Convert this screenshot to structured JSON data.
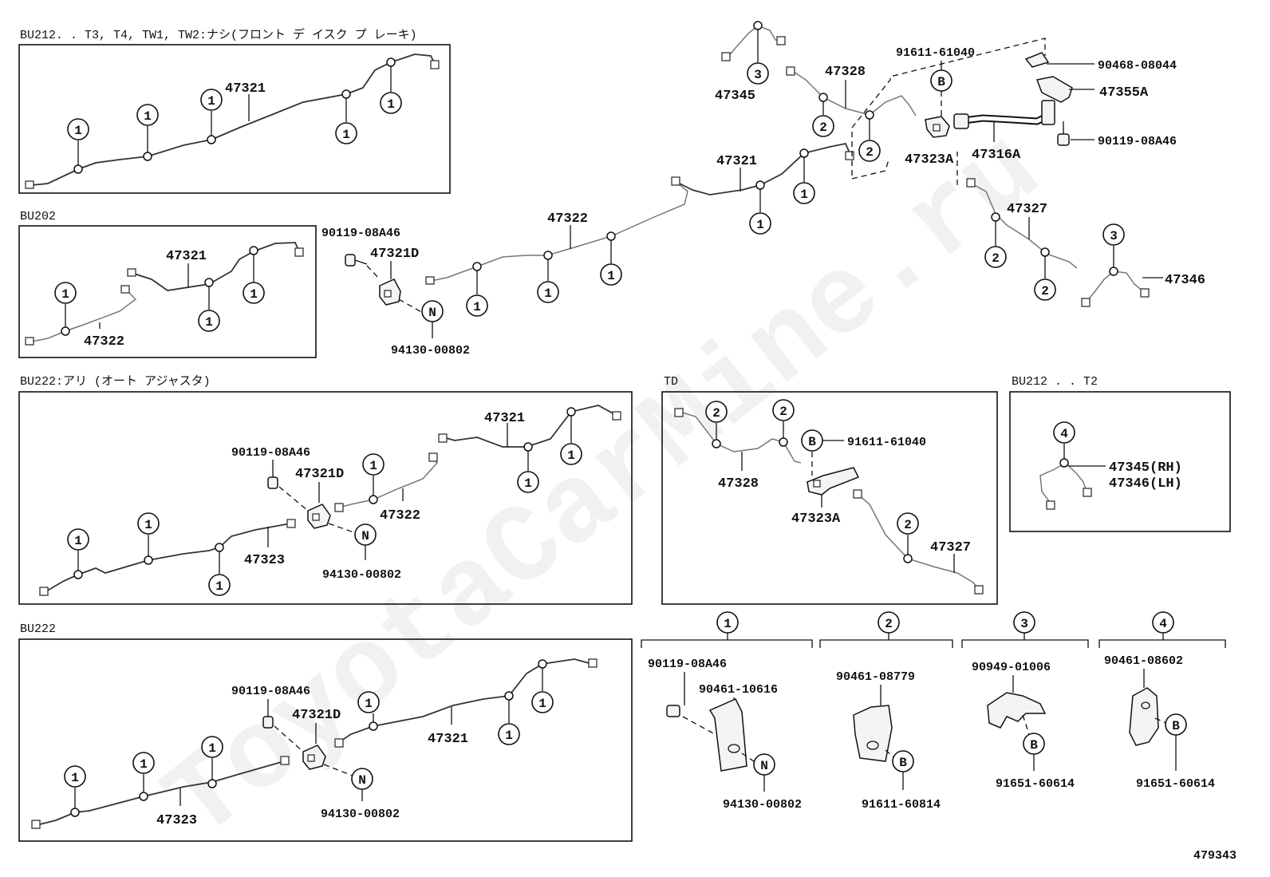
{
  "sections": {
    "top_inset_header": "BU212. . T3, T4, TW1, TW2:ナシ(フロント デ イスク プ レーキ)",
    "bu202_header": "BU202",
    "bu222_auto_header": "BU222:アリ (オート アジャスタ)",
    "td_header": "TD",
    "bu212_t2_header": "BU212 . . T2",
    "bu222_header": "BU222"
  },
  "part_numbers": {
    "p47321": "47321",
    "p47322": "47322",
    "p47323": "47323",
    "p47321D": "47321D",
    "p47328": "47328",
    "p47345": "47345",
    "p47346": "47346",
    "p47327": "47327",
    "p47323A": "47323A",
    "p47316A": "47316A",
    "p47355A": "47355A",
    "p90468": "90468-08044",
    "p91611_61040": "91611-61040",
    "p90119": "90119-08A46",
    "p94130": "94130-00802",
    "p47345rh": "47345(RH)",
    "p47346lh": "47346(LH)",
    "p90461_10616": "90461-10616",
    "p90461_08779": "90461-08779",
    "p91611_60814": "91611-60814",
    "p90949": "90949-01006",
    "p91651": "91651-60614",
    "p90461_08602": "90461-08602"
  },
  "callouts": {
    "c1": "1",
    "c2": "2",
    "c3": "3",
    "c4": "4",
    "cB": "B",
    "cN": "N"
  },
  "figure_id": "479343",
  "watermark": "ToyotaCarMine.ru"
}
